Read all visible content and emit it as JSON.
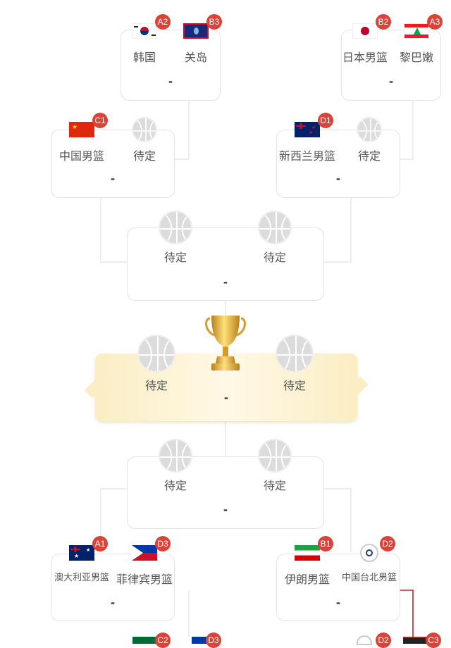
{
  "bracket": {
    "qf_top_left": {
      "team1": {
        "name": "韩国",
        "seed": "A2",
        "flag": "korea"
      },
      "team2": {
        "name": "关岛",
        "seed": "B3",
        "flag": "guam"
      },
      "score": "-"
    },
    "qf_top_right": {
      "team1": {
        "name": "日本男篮",
        "seed": "B2",
        "flag": "japan"
      },
      "team2": {
        "name": "黎巴嫩",
        "seed": "A3",
        "flag": "lebanon"
      },
      "score": "-"
    },
    "r2_left": {
      "team1": {
        "name": "中国男篮",
        "seed": "C1",
        "flag": "china"
      },
      "team2": {
        "name": "待定"
      },
      "score": "-"
    },
    "r2_right": {
      "team1": {
        "name": "新西兰男篮",
        "seed": "D1",
        "flag": "new-zealand"
      },
      "team2": {
        "name": "待定"
      },
      "score": "-"
    },
    "semi_top": {
      "team1": {
        "name": "待定"
      },
      "team2": {
        "name": "待定"
      },
      "score": "-"
    },
    "final": {
      "team1": {
        "name": "待定"
      },
      "team2": {
        "name": "待定"
      },
      "score": "-"
    },
    "semi_bottom": {
      "team1": {
        "name": "待定"
      },
      "team2": {
        "name": "待定"
      },
      "score": "-"
    },
    "r2_bl": {
      "team1": {
        "name": "澳大利亚男篮",
        "seed": "A1",
        "flag": "australia"
      },
      "team2": {
        "name": "菲律宾男篮",
        "seed": "D3",
        "flag": "philippines"
      },
      "score": "-"
    },
    "r2_br": {
      "team1": {
        "name": "伊朗男篮",
        "seed": "B1",
        "flag": "iran"
      },
      "team2": {
        "name": "中国台北男篮",
        "seed": "D2",
        "flag": "chinese-taipei"
      },
      "score": "-"
    },
    "partial_bottom": {
      "left_seeds": [
        "C2",
        "D3"
      ],
      "right_seeds": [
        "D2",
        "C3"
      ]
    }
  },
  "colors": {
    "seed_badge": "#d9433a",
    "border": "#e3e3e3",
    "gold": "#e9b93a",
    "banner": "#fbeec4"
  }
}
